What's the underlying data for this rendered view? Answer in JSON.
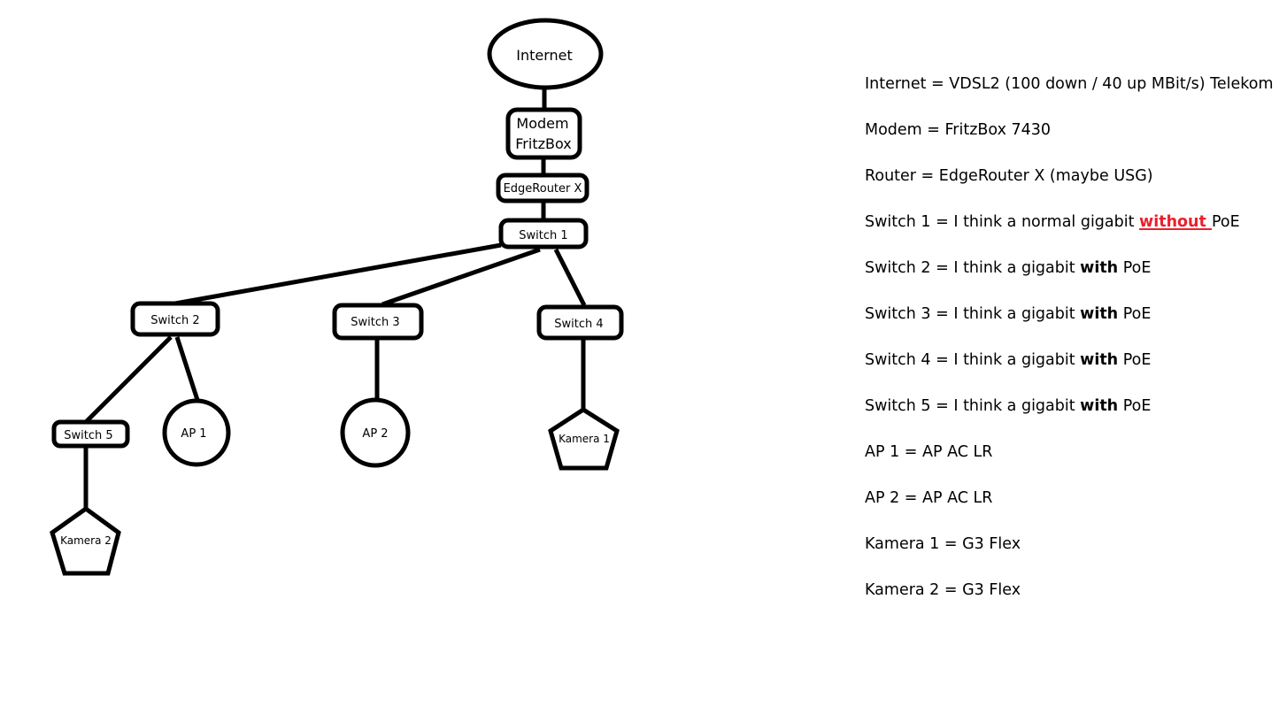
{
  "diagram": {
    "nodes": [
      {
        "id": "internet",
        "label": "Internet",
        "shape": "ellipse"
      },
      {
        "id": "modem",
        "label_lines": [
          "Modem",
          "FritzBox"
        ],
        "shape": "rounded-rect"
      },
      {
        "id": "router",
        "label": "EdgeRouter X",
        "shape": "rounded-rect"
      },
      {
        "id": "switch1",
        "label": "Switch 1",
        "shape": "rounded-rect"
      },
      {
        "id": "switch2",
        "label": "Switch 2",
        "shape": "rounded-rect"
      },
      {
        "id": "switch3",
        "label": "Switch 3",
        "shape": "rounded-rect"
      },
      {
        "id": "switch4",
        "label": "Switch 4",
        "shape": "rounded-rect"
      },
      {
        "id": "switch5",
        "label": "Switch 5",
        "shape": "rounded-rect"
      },
      {
        "id": "ap1",
        "label": "AP 1",
        "shape": "circle"
      },
      {
        "id": "ap2",
        "label": "AP 2",
        "shape": "circle"
      },
      {
        "id": "kamera1",
        "label": "Kamera 1",
        "shape": "pentagon"
      },
      {
        "id": "kamera2",
        "label": "Kamera 2",
        "shape": "pentagon"
      }
    ],
    "edges": [
      [
        "internet",
        "modem"
      ],
      [
        "modem",
        "router"
      ],
      [
        "router",
        "switch1"
      ],
      [
        "switch1",
        "switch2"
      ],
      [
        "switch1",
        "switch3"
      ],
      [
        "switch1",
        "switch4"
      ],
      [
        "switch2",
        "switch5"
      ],
      [
        "switch2",
        "ap1"
      ],
      [
        "switch3",
        "ap2"
      ],
      [
        "switch4",
        "kamera1"
      ],
      [
        "switch5",
        "kamera2"
      ]
    ]
  },
  "legend": [
    {
      "parts": [
        {
          "text": "Internet = VDSL2 (100 down / 40 up MBit/s) Telekom"
        }
      ]
    },
    {
      "parts": [
        {
          "text": "Modem = FritzBox 7430"
        }
      ]
    },
    {
      "parts": [
        {
          "text": "Router = EdgeRouter X (maybe USG)"
        }
      ]
    },
    {
      "parts": [
        {
          "text": "Switch 1 = I think a normal gigabit "
        },
        {
          "text": "without ",
          "style": "red-bold-underline"
        },
        {
          "text": "PoE"
        }
      ]
    },
    {
      "parts": [
        {
          "text": "Switch 2 = I think a gigabit "
        },
        {
          "text": "with",
          "style": "bold"
        },
        {
          "text": " PoE"
        }
      ]
    },
    {
      "parts": [
        {
          "text": "Switch 3 = I think a gigabit "
        },
        {
          "text": "with",
          "style": "bold"
        },
        {
          "text": " PoE"
        }
      ]
    },
    {
      "parts": [
        {
          "text": "Switch 4 = I think a gigabit "
        },
        {
          "text": "with",
          "style": "bold"
        },
        {
          "text": " PoE"
        }
      ]
    },
    {
      "parts": [
        {
          "text": "Switch 5 = I think a gigabit "
        },
        {
          "text": "with",
          "style": "bold"
        },
        {
          "text": " PoE"
        }
      ]
    },
    {
      "parts": [
        {
          "text": "AP 1 = AP AC LR"
        }
      ]
    },
    {
      "parts": [
        {
          "text": "AP 2 = AP AC LR"
        }
      ]
    },
    {
      "parts": [
        {
          "text": "Kamera 1 = G3 Flex"
        }
      ]
    },
    {
      "parts": [
        {
          "text": "Kamera 2 = G3 Flex"
        }
      ]
    }
  ]
}
